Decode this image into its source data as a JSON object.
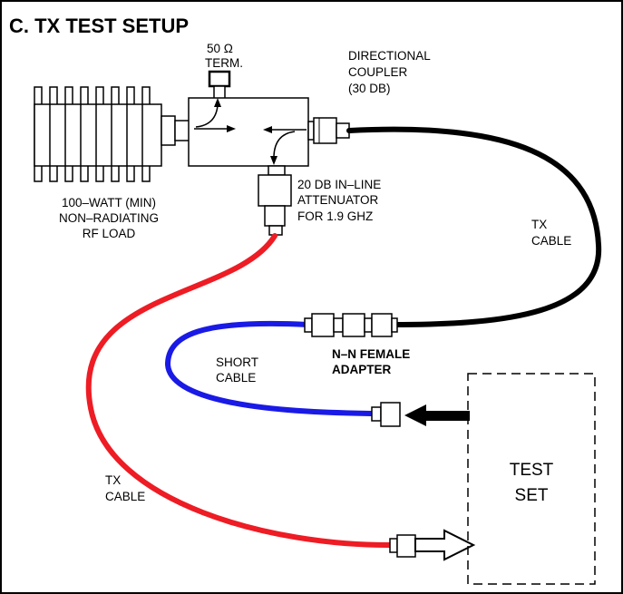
{
  "title": "C. TX TEST SETUP",
  "terminator": {
    "ohm": "50 Ω",
    "word": "TERM."
  },
  "coupler": {
    "line1": "DIRECTIONAL",
    "line2": "COUPLER",
    "line3": "(30 DB)"
  },
  "attenuator": {
    "line1": "20 DB IN–LINE",
    "line2": "ATTENUATOR",
    "line3": "FOR 1.9 GHZ"
  },
  "rf_load": {
    "line1": "100–WATT  (MIN)",
    "line2": "NON–RADIATING",
    "line3": "RF LOAD"
  },
  "tx_cable_right": {
    "line1": "TX",
    "line2": "CABLE"
  },
  "tx_cable_left": {
    "line1": "TX",
    "line2": "CABLE"
  },
  "adapter": {
    "line1": "N–N FEMALE",
    "line2": "ADAPTER"
  },
  "short_cable": {
    "line1": "SHORT",
    "line2": "CABLE"
  },
  "test_set": {
    "line1": "TEST",
    "line2": "SET"
  },
  "colors": {
    "red_cable": "#ee1c24",
    "blue_cable": "#1a1ae6",
    "black_cable": "#000000"
  }
}
